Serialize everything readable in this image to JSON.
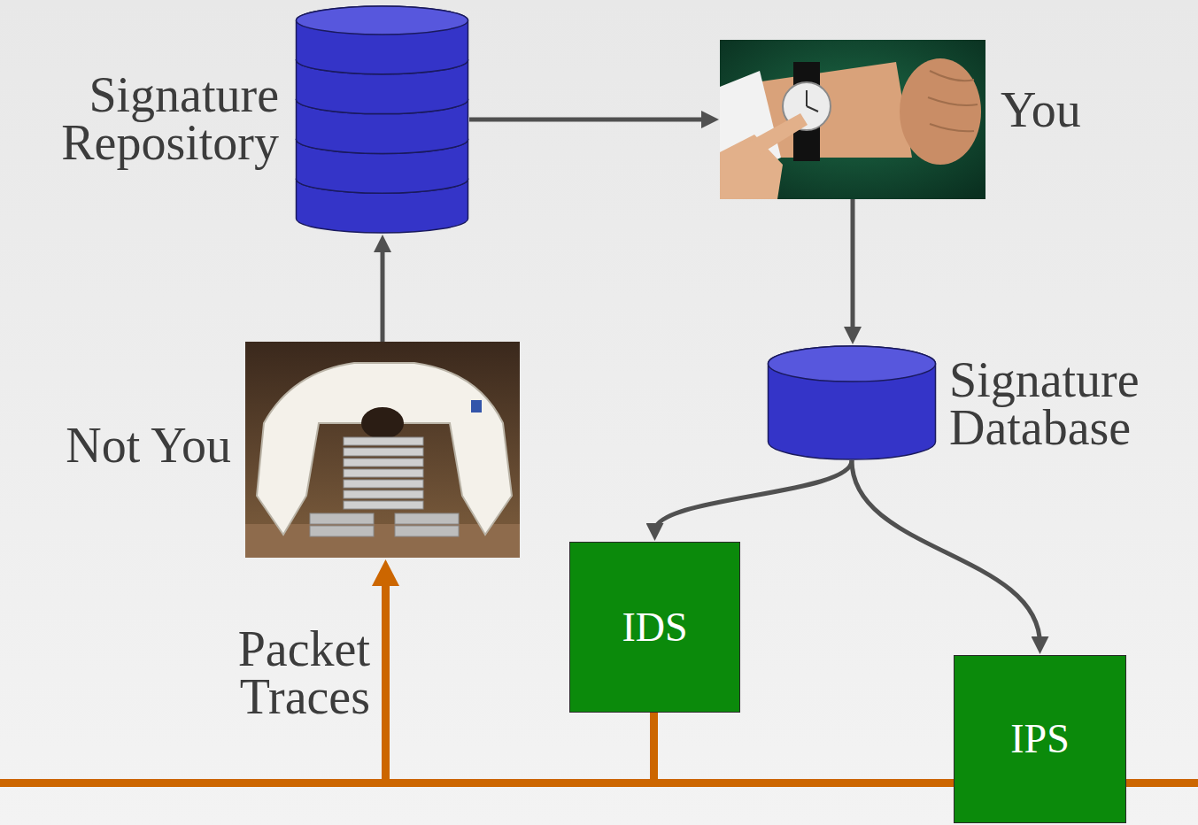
{
  "diagram": {
    "nodes": [
      {
        "text": [
          "Signature Repository"
        ]
      },
      {
        "text": [
          "You"
        ]
      },
      {
        "text": [
          "Not You"
        ]
      },
      {
        "text": [
          "Signature Database"
        ]
      },
      {
        "text": [
          "IDS"
        ]
      },
      {
        "text": [
          "IPS"
        ]
      }
    ],
    "edges": [
      {
        "from": 2,
        "to": 0,
        "arrow": "to"
      },
      {
        "from": 0,
        "to": 1,
        "arrow": "to"
      },
      {
        "from": 1,
        "to": 3,
        "arrow": "to"
      },
      {
        "from": 3,
        "to": 4,
        "arrow": "to"
      },
      {
        "from": 3,
        "to": 5,
        "arrow": "to"
      }
    ],
    "labels": [
      "Packet Traces"
    ]
  }
}
